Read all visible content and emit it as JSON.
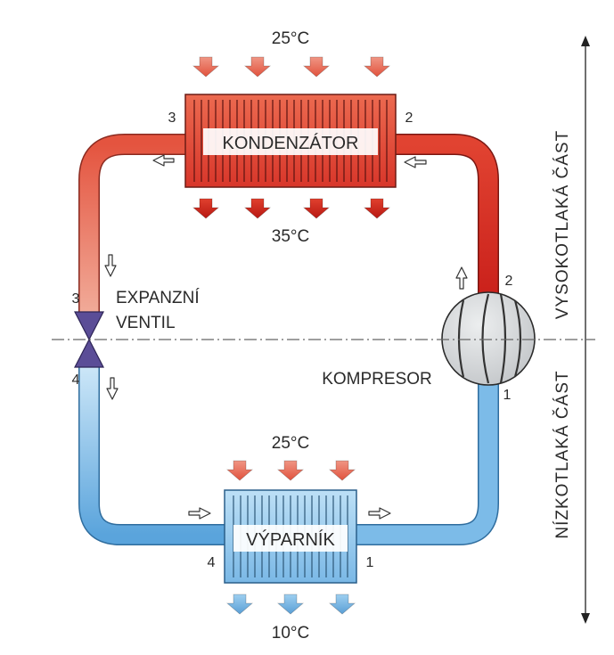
{
  "condenser": {
    "label": "KONDENZÁTOR",
    "temp_in": "25°C",
    "temp_out": "35°C",
    "port_left": "3",
    "port_right": "2"
  },
  "evaporator": {
    "label": "VÝPARNÍK",
    "temp_in": "25°C",
    "temp_out": "10°C",
    "port_left": "4",
    "port_right": "1"
  },
  "expansion_valve": {
    "line1": "EXPANZNÍ",
    "line2": "VENTIL",
    "port_top": "3",
    "port_bottom": "4"
  },
  "compressor": {
    "label": "KOMPRESOR",
    "port_top": "2",
    "port_bottom": "1"
  },
  "pressure_sides": {
    "high": "VYSOKOTLAKÁ ČÁST",
    "low": "NÍZKOTLAKÁ ČÁST"
  },
  "colors": {
    "hot": "#d9261c",
    "hot_light": "#f0a08a",
    "cold": "#5aa4dc",
    "cold_light": "#bfe0f6",
    "compressor_fill": "#d7d9dc",
    "valve": "#5b4d97"
  }
}
